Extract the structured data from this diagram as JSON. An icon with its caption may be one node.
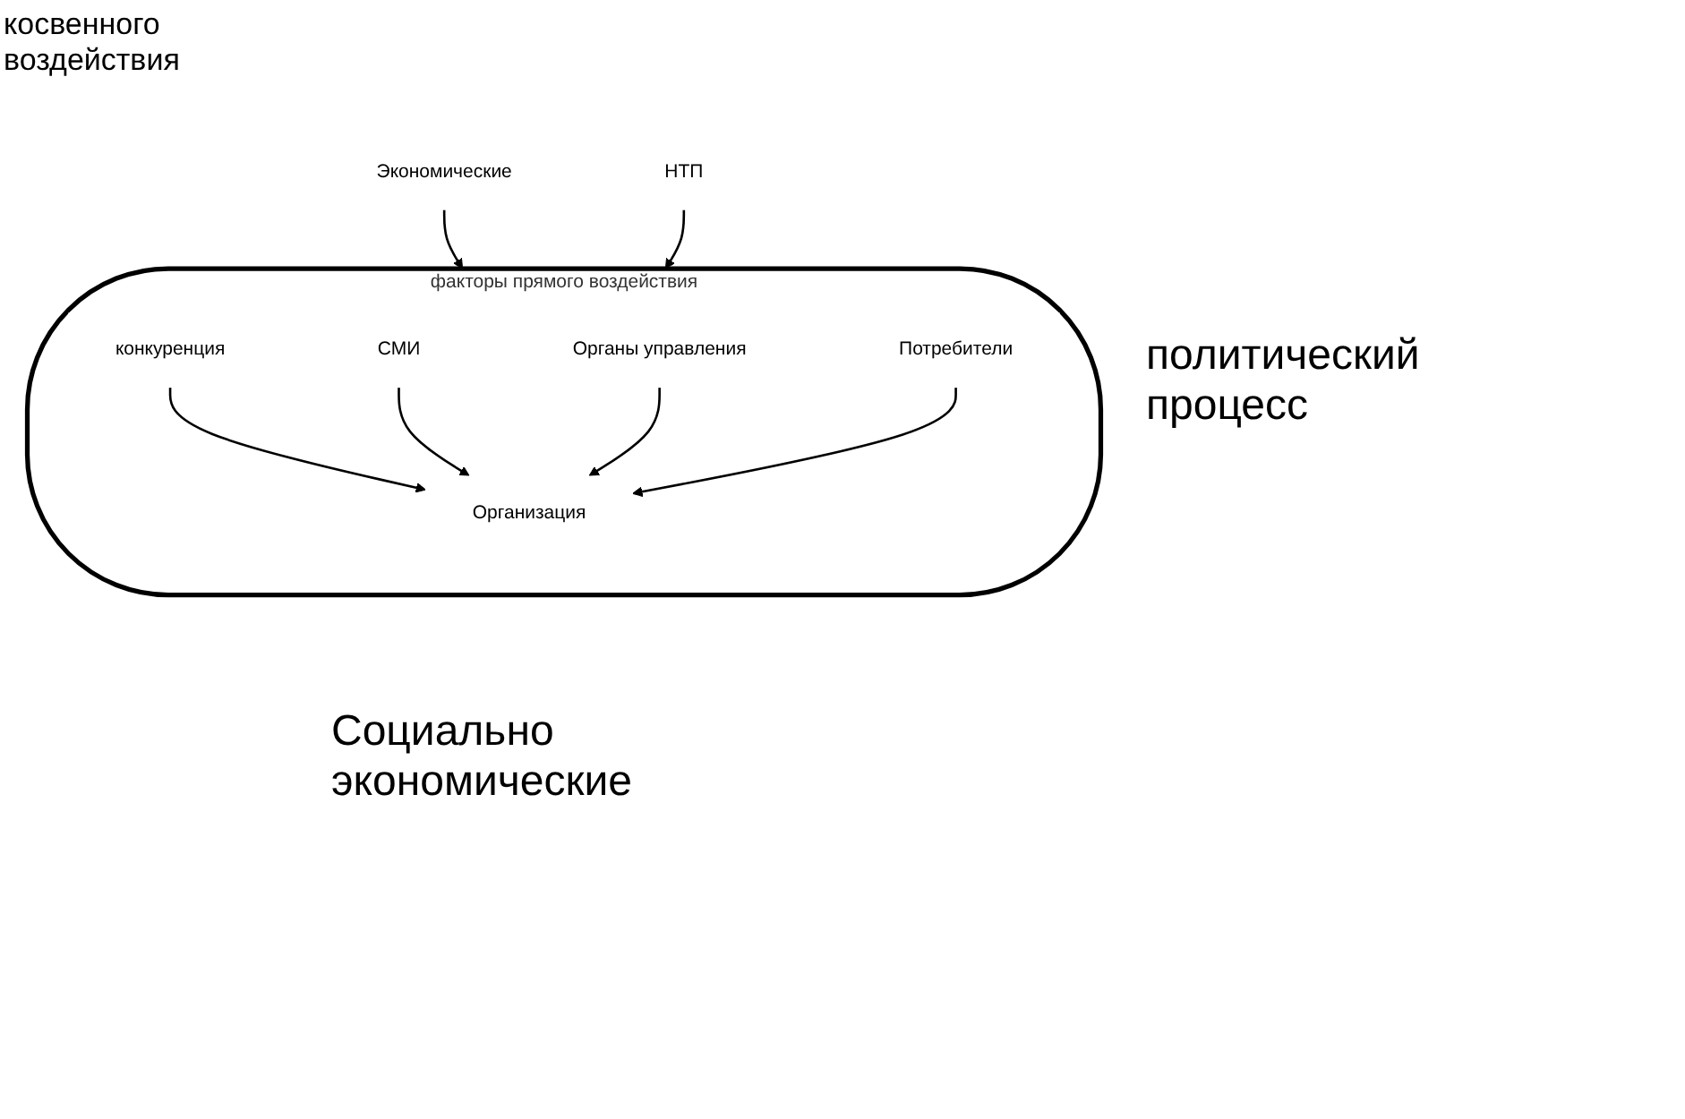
{
  "diagram": {
    "nodes": [
      {
        "text": [
          "факторы прямого воздействия"
        ]
      },
      {
        "text": [
          "Экономические"
        ]
      },
      {
        "text": [
          "конкуренция"
        ],
        "in": 0
      },
      {
        "text": [
          "СМИ"
        ],
        "in": 0
      },
      {
        "text": [
          "Организация"
        ],
        "in": 0
      },
      {
        "text": [
          "Органы управления"
        ],
        "in": 0
      },
      {
        "text": [
          "Потребители"
        ],
        "in": 0
      },
      {
        "text": [
          "НТП"
        ]
      }
    ],
    "edges": [
      {
        "from": 1,
        "to": 0,
        "arrow": "to"
      },
      {
        "from": 2,
        "to": 4,
        "arrow": "to"
      },
      {
        "from": 3,
        "to": 4,
        "arrow": "to"
      },
      {
        "from": 5,
        "to": 4,
        "arrow": "to"
      },
      {
        "from": 6,
        "to": 4,
        "arrow": "to"
      },
      {
        "from": 7,
        "to": 0,
        "arrow": "to"
      }
    ],
    "labels": [
      "косвенного воздействия",
      "политический процесс",
      "Социально экономические"
    ]
  }
}
